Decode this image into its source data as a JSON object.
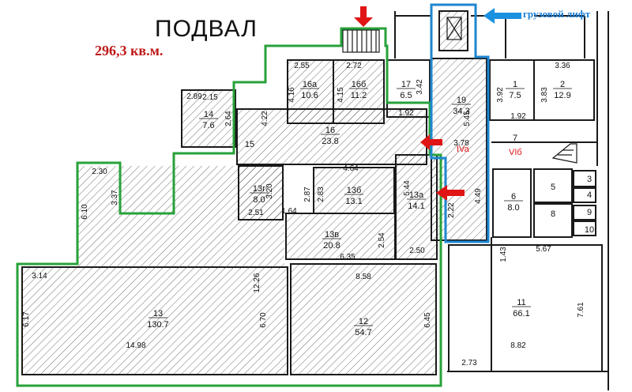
{
  "header": {
    "title": "ПОДВАЛ",
    "area": "296,3 кв.м.",
    "lift_label": "грузовой лифт"
  },
  "colors": {
    "green_outline": "#27a23a",
    "blue_outline": "#1e86d0",
    "arrow_red": "#e01515",
    "arrow_blue": "#1a90e0",
    "wall": "#1a1a1a"
  },
  "rooms": [
    {
      "id": "r13",
      "num": "13",
      "area": "130.7"
    },
    {
      "id": "r12",
      "num": "12",
      "area": "54.7"
    },
    {
      "id": "r13v",
      "num": "13в",
      "area": "20.8"
    },
    {
      "id": "r13g",
      "num": "13г",
      "area": "8.0"
    },
    {
      "id": "r13b",
      "num": "13б",
      "area": "13.1"
    },
    {
      "id": "r13a",
      "num": "13а",
      "area": "14.1"
    },
    {
      "id": "r14",
      "num": "14",
      "area": "7.6"
    },
    {
      "id": "r15",
      "num": "15",
      "area": ""
    },
    {
      "id": "r16",
      "num": "16",
      "area": "23.8"
    },
    {
      "id": "r16a",
      "num": "16а",
      "area": "10.6"
    },
    {
      "id": "r16b",
      "num": "16б",
      "area": "11.2"
    },
    {
      "id": "r17",
      "num": "17",
      "area": "6.5"
    },
    {
      "id": "r19",
      "num": "19",
      "area": "34.3"
    },
    {
      "id": "r1",
      "num": "1",
      "area": "7.5"
    },
    {
      "id": "r2",
      "num": "2",
      "area": "12.9"
    },
    {
      "id": "r6",
      "num": "6",
      "area": "8.0"
    },
    {
      "id": "r11",
      "num": "11",
      "area": "66.1"
    },
    {
      "id": "r8",
      "num": "8",
      "area": ""
    },
    {
      "id": "r5",
      "num": "5",
      "area": ""
    },
    {
      "id": "r7",
      "num": "7",
      "area": ""
    }
  ],
  "small_rooms": [
    "3",
    "4",
    "9",
    "10"
  ],
  "markers": {
    "iva": "IVa",
    "vib": "VIб"
  },
  "dimensions": [
    "2.30",
    "3.37",
    "6.10",
    "3.14",
    "6.17",
    "14.98",
    "12.26",
    "6.70",
    "8.58",
    "6.45",
    "6.35",
    "2.54",
    "2.50",
    "1.64",
    "2.87",
    "2.83",
    "4.64",
    "3.20",
    "2.51",
    "5.44",
    "2.22",
    "4.49",
    "3.78",
    "5.45",
    "2.89",
    "2.64",
    "2.15",
    "4.22",
    "2.55",
    "4.16",
    "4.15",
    "2.72",
    "3.42",
    "1.92",
    "1.92",
    "3.92",
    "3.83",
    "3.36",
    "1.43",
    "5.67",
    "7.61",
    "8.82",
    "2.73"
  ]
}
